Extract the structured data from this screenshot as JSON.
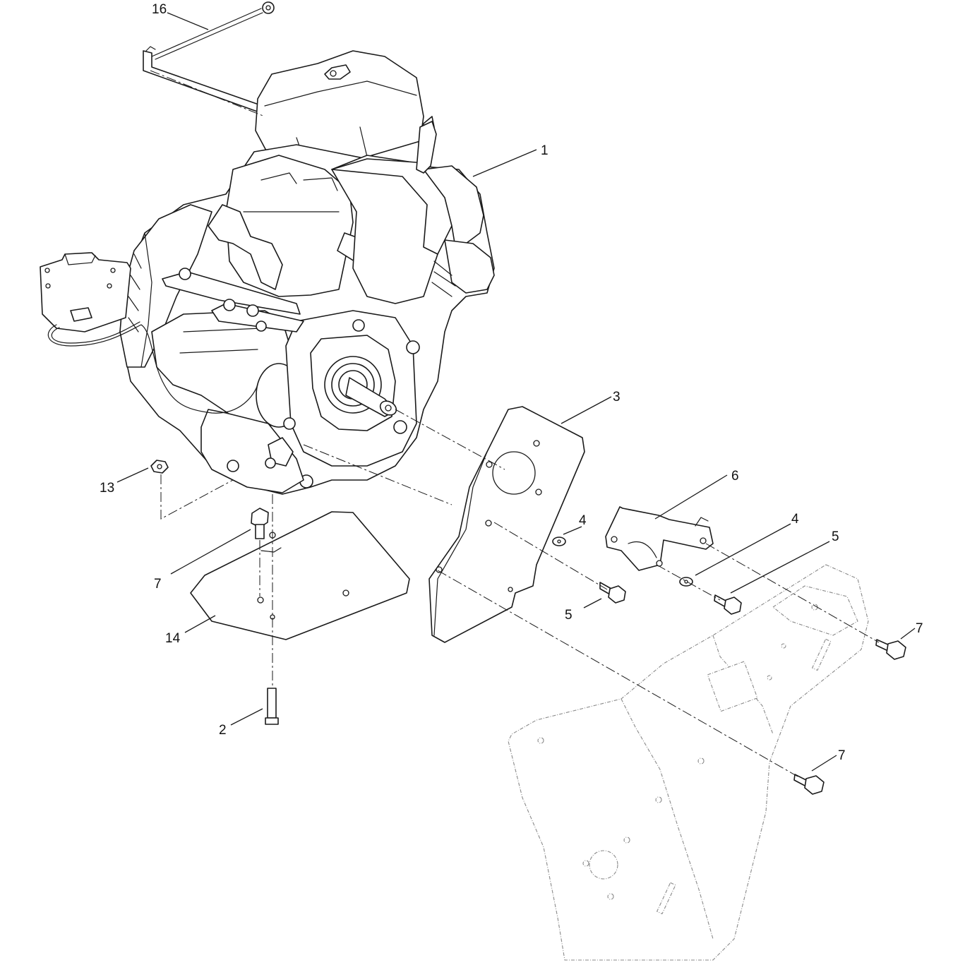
{
  "callouts": [
    {
      "id": "c16",
      "label": "16"
    },
    {
      "id": "c1",
      "label": "1"
    },
    {
      "id": "c3",
      "label": "3"
    },
    {
      "id": "c6",
      "label": "6"
    },
    {
      "id": "c4a",
      "label": "4"
    },
    {
      "id": "c4b",
      "label": "4"
    },
    {
      "id": "c5a",
      "label": "5"
    },
    {
      "id": "c5b",
      "label": "5"
    },
    {
      "id": "c13",
      "label": "13"
    },
    {
      "id": "c7a",
      "label": "7"
    },
    {
      "id": "c7b",
      "label": "7"
    },
    {
      "id": "c7c",
      "label": "7"
    },
    {
      "id": "c14",
      "label": "14"
    },
    {
      "id": "c2",
      "label": "2"
    }
  ],
  "colors": {
    "line": "#1a1a1a",
    "ghost": "#8a8a8a",
    "background": "#ffffff"
  }
}
